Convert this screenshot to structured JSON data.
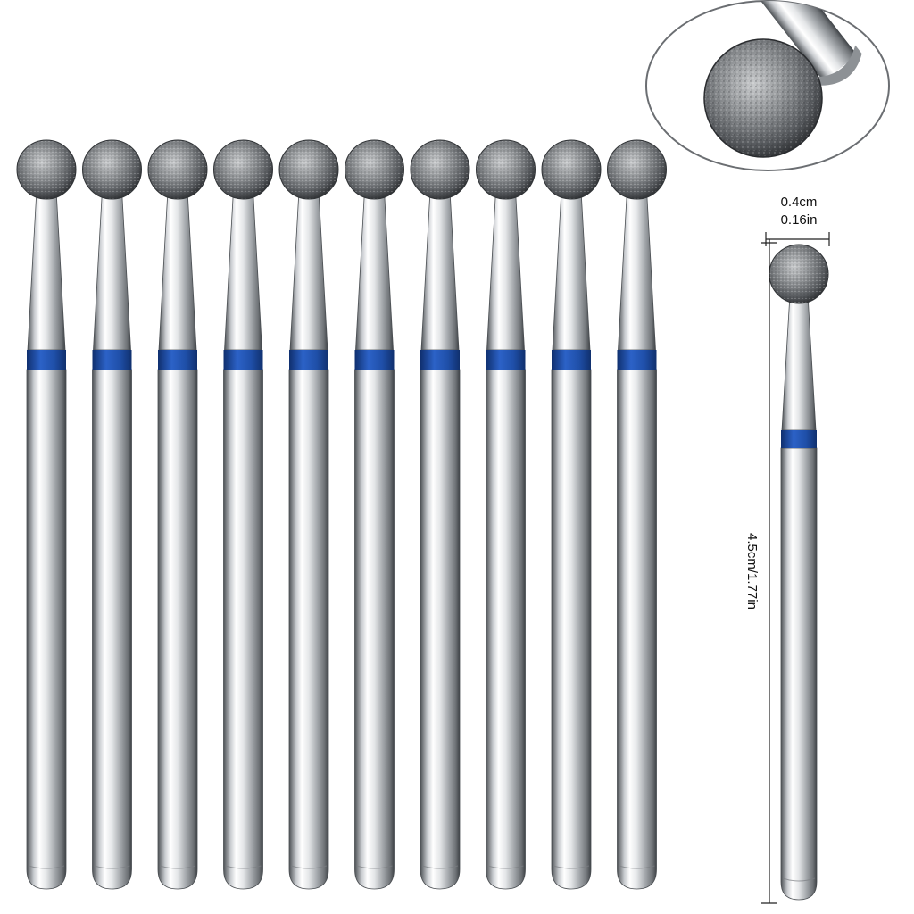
{
  "product": {
    "burr_count": 10,
    "band_color": "#1f4fa8",
    "head_shape": "ball"
  },
  "dimensions": {
    "head_width_cm": "0.4cm",
    "head_width_in": "0.16in",
    "total_length": "4.5cm/1.77in"
  },
  "colors": {
    "metal_light": "#f2f3f4",
    "metal_dark": "#5b5f63",
    "diamond_grit": "#6b6e72",
    "dimension_line": "#222222"
  }
}
